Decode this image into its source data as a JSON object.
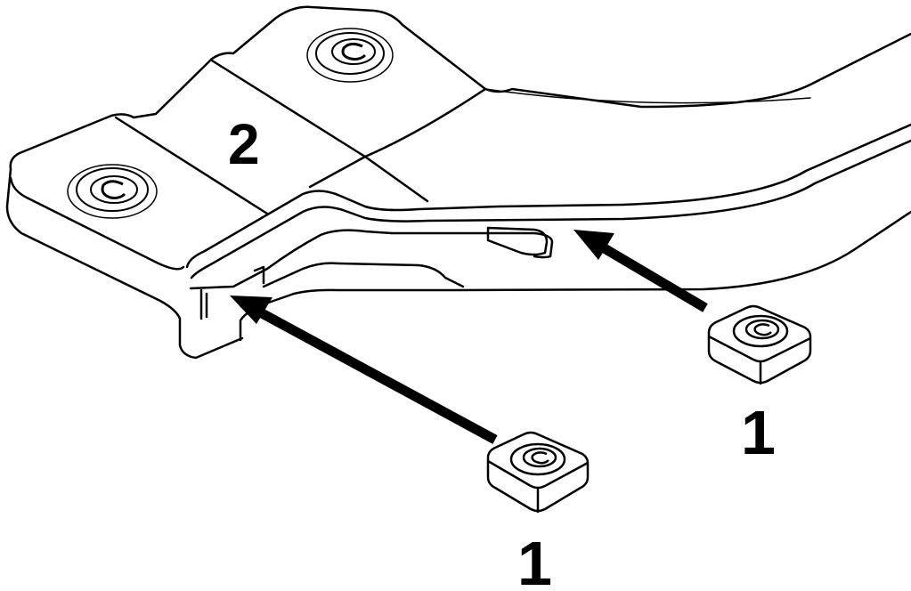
{
  "colors": {
    "ink": "#000000",
    "paper": "#ffffff"
  },
  "callouts": {
    "part_2": "2",
    "nut_left": "1",
    "nut_right": "1"
  },
  "icons": {
    "fastener_hole": "circled-c-icon",
    "square_nut": "square-nut-icon",
    "insertion_arrow": "arrow-icon"
  }
}
